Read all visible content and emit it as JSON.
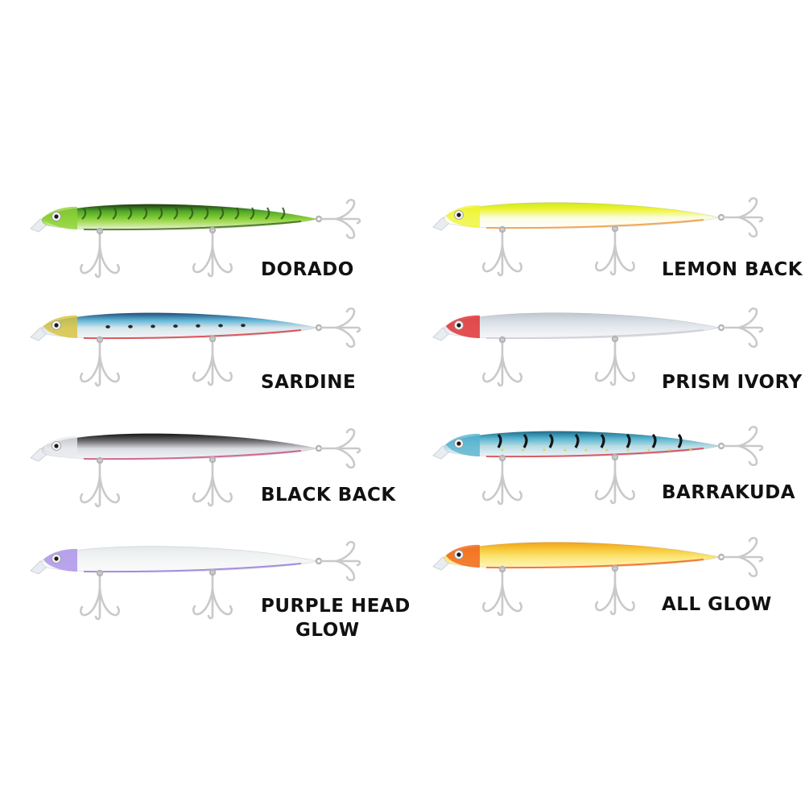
{
  "lures": [
    {
      "name_lines": [
        "DORADO"
      ],
      "colors": {
        "back": "#1f3a0f",
        "top": "#4fa82a",
        "mid": "#8fd23a",
        "belly": "#eef5d8",
        "accent": "#2d5a14"
      },
      "head_color": "#8fd23a",
      "pattern": "stripes-dark",
      "icons": {
        "body": "fishing-lure",
        "hooks": "treble-hook"
      }
    },
    {
      "name_lines": [
        "SARDINE"
      ],
      "colors": {
        "back": "#1e4f7a",
        "top": "#5fb4d6",
        "mid": "#d6e6ec",
        "belly": "#f4f6f8",
        "accent": "#d8242a"
      },
      "head_color": "#d8c23a",
      "pattern": "spots",
      "icons": {
        "body": "fishing-lure",
        "hooks": "treble-hook"
      }
    },
    {
      "name_lines": [
        "BLACK BACK"
      ],
      "colors": {
        "back": "#161616",
        "top": "#6a6a6a",
        "mid": "#d9dde2",
        "belly": "#f5f6f8",
        "accent": "#c83b7a"
      },
      "head_color": "#e9ebef",
      "pattern": "none",
      "icons": {
        "body": "fishing-lure",
        "hooks": "treble-hook"
      }
    },
    {
      "name_lines": [
        "PURPLE HEAD",
        "GLOW"
      ],
      "colors": {
        "back": "#e4e8ea",
        "top": "#eef1f2",
        "mid": "#f4f6f6",
        "belly": "#fafafa",
        "accent": "#8a6ad8"
      },
      "head_color": "#a98ee8",
      "pattern": "none",
      "icons": {
        "body": "fishing-lure",
        "hooks": "treble-hook"
      }
    },
    {
      "name_lines": [
        "LEMON BACK"
      ],
      "colors": {
        "back": "#cfe81a",
        "top": "#f0f53a",
        "mid": "#fafce0",
        "belly": "#ffffff",
        "accent": "#f08a20"
      },
      "head_color": "#eef530",
      "pattern": "none",
      "icons": {
        "body": "fishing-lure",
        "hooks": "treble-hook"
      }
    },
    {
      "name_lines": [
        "PRISM IVORY"
      ],
      "colors": {
        "back": "#bfc6cf",
        "top": "#d5dbe2",
        "mid": "#e6eaef",
        "belly": "#f6f7f9",
        "accent": "#c5c9d2"
      },
      "head_color": "#e02828",
      "pattern": "none",
      "icons": {
        "body": "fishing-lure",
        "hooks": "treble-hook"
      }
    },
    {
      "name_lines": [
        "BARRAKUDA"
      ],
      "colors": {
        "back": "#1d6d8a",
        "top": "#56b3cf",
        "mid": "#b8dbe4",
        "belly": "#eef6f8",
        "accent": "#d82a3a"
      },
      "head_color": "#56b3cf",
      "pattern": "bars",
      "icons": {
        "body": "fishing-lure",
        "hooks": "treble-hook"
      }
    },
    {
      "name_lines": [
        "ALL GLOW"
      ],
      "colors": {
        "back": "#f2a21a",
        "top": "#f7c93a",
        "mid": "#fbe67a",
        "belly": "#fff4b8",
        "accent": "#f0501a"
      },
      "head_color": "#f06018",
      "pattern": "none",
      "icons": {
        "body": "fishing-lure",
        "hooks": "treble-hook"
      }
    }
  ]
}
